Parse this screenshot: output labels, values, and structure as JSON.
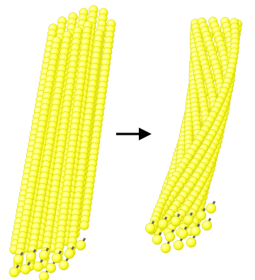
{
  "figure": {
    "background_color": "#ffffff",
    "colors": {
      "bead": "#ffff33",
      "bead_stroke": "#cfcf1a",
      "bead_highlight": "#ffffcc",
      "bond": "#666666",
      "bond_dark": "#3a3a3a",
      "arrow": "#000000"
    },
    "panels": [
      {
        "id": "before",
        "state": "straight"
      },
      {
        "id": "after",
        "state": "twisted"
      }
    ],
    "arrow": {
      "direction": "right"
    }
  }
}
